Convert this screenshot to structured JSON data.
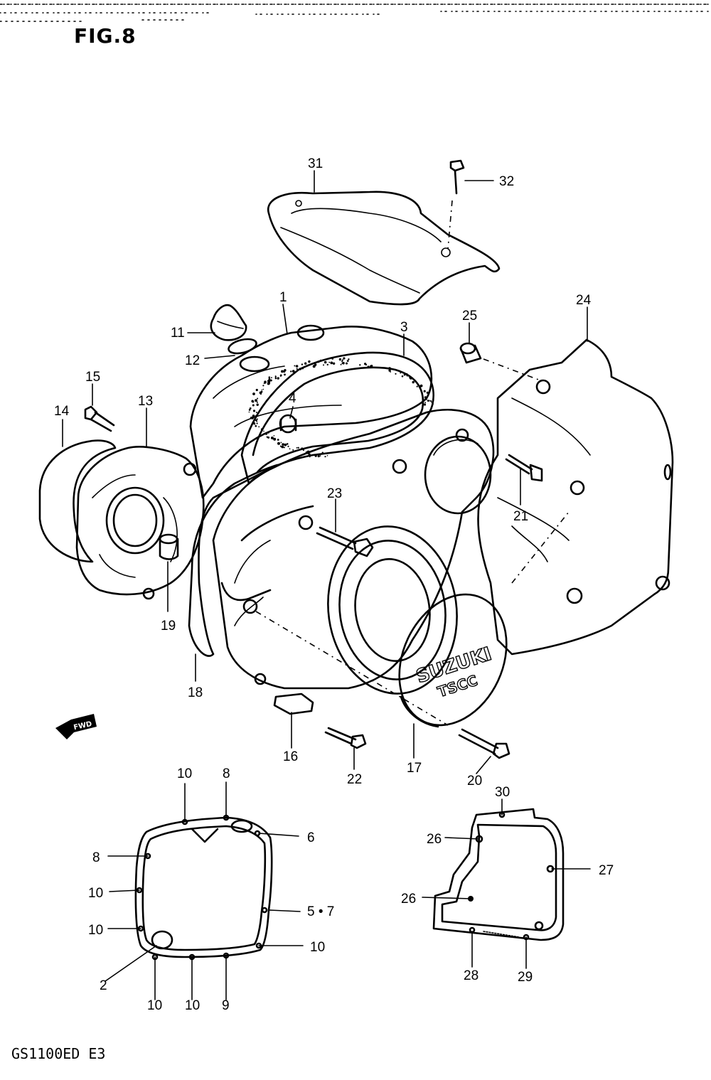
{
  "figure_label": "FIG.8",
  "model_code": "GS1100ED E3",
  "emblem": {
    "line1": "SUZUKI",
    "line2": "TSCC"
  },
  "forward_arrow_text": "FWD",
  "callouts": {
    "p31": "31",
    "p32": "32",
    "p1": "1",
    "p3": "3",
    "p11": "11",
    "p12": "12",
    "p25": "25",
    "p24": "24",
    "p15": "15",
    "p14": "14",
    "p13": "13",
    "p4": "4",
    "p23": "23",
    "p21": "21",
    "p19": "19",
    "p18": "18",
    "p16": "16",
    "p22": "22",
    "p17": "17",
    "p20": "20",
    "g_10a": "10",
    "g_8a": "8",
    "g_6": "6",
    "g_8b": "8",
    "g_10b": "10",
    "g_57": "5 • 7",
    "g_10c": "10",
    "g_10d": "10",
    "g_2": "2",
    "g_10e": "10",
    "g_10f": "10",
    "g_9": "9",
    "s_30": "30",
    "s_26a": "26",
    "s_27": "27",
    "s_26b": "26",
    "s_28": "28",
    "s_29": "29"
  }
}
